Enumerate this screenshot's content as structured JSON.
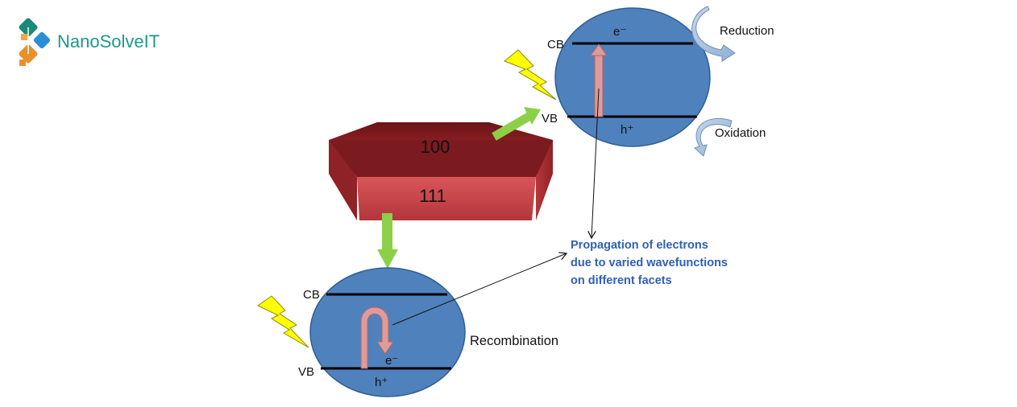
{
  "logo": {
    "name": "NanoSolveIT"
  },
  "crystal": {
    "top_facet": "100",
    "front_facet": "111"
  },
  "top_particle": {
    "cb_label": "CB",
    "vb_label": "VB",
    "electron": "e⁻",
    "hole": "h⁺",
    "reduction_label": "Reduction",
    "oxidation_label": "Oxidation"
  },
  "bottom_particle": {
    "cb_label": "CB",
    "vb_label": "VB",
    "electron": "e⁻",
    "hole": "h⁺",
    "recombination_label": "Recombination"
  },
  "annotation": {
    "lines": [
      "Propagation of electrons",
      "due to varied wavefunctions",
      "on different facets"
    ]
  },
  "colors": {
    "particle": "#4f81bd",
    "crystal": "#a5262b",
    "green_arrow": "#8cd04a",
    "lightning": "#ffff00",
    "pink_arrow": "#e09a9a",
    "note_text": "#2f5fb8",
    "logo_text": "#1a9a8a"
  }
}
